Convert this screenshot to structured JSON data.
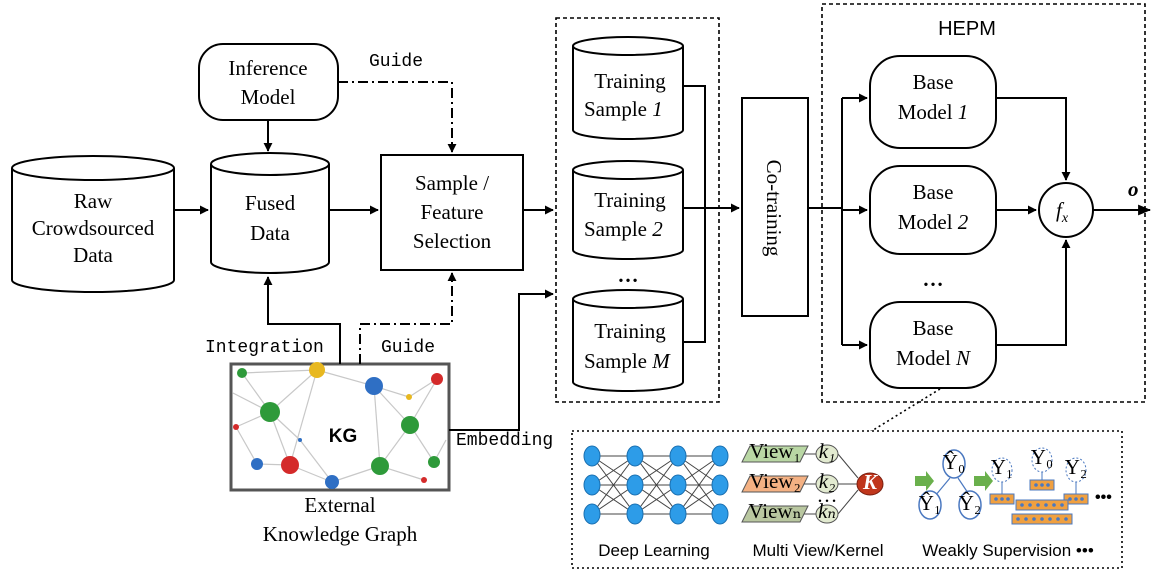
{
  "labels": {
    "raw_data": [
      "Raw",
      "Crowdsourced",
      "Data"
    ],
    "inference_model": [
      "Inference",
      "Model"
    ],
    "fused_data": [
      "Fused",
      "Data"
    ],
    "selection": [
      "Sample /",
      "Feature",
      "Selection"
    ],
    "training_samples": [
      {
        "line1": "Training",
        "line2": "Sample",
        "index": "1"
      },
      {
        "line1": "Training",
        "line2": "Sample",
        "index": "2"
      },
      {
        "line1": "Training",
        "line2": "Sample",
        "index": "M"
      }
    ],
    "ellipsis": "…",
    "cotraining": "Co-training",
    "hepm_title": "HEPM",
    "base_models": [
      {
        "line1": "Base",
        "line2": "Model",
        "index": "1"
      },
      {
        "line1": "Base",
        "line2": "Model",
        "index": "2"
      },
      {
        "line1": "Base",
        "line2": "Model",
        "index": "N"
      }
    ],
    "combiner_f": "f",
    "combiner_sub": "x",
    "output": "o",
    "guide_top": "Guide",
    "guide_bottom": "Guide",
    "integration": "Integration",
    "embedding": "Embedding",
    "kg_label": "KG",
    "kg_caption": [
      "External",
      "Knowledge Graph"
    ],
    "inset": {
      "deep_learning": "Deep Learning",
      "multi_view": "Multi View/Kernel",
      "weakly": "Weakly Supervision •••",
      "trailing_dots": "•••",
      "views": [
        "View₁",
        "View₂",
        "Viewₙ"
      ],
      "kernels": [
        "k₁",
        "k₂",
        "kₙ"
      ],
      "kernel_ellipsis": "…",
      "kappa": "K",
      "weak_nodes": [
        "Ŷ₀",
        "Ŷ₁",
        "Ŷ₂"
      ],
      "tree_nodes": [
        "Y₁",
        "Y₀",
        "Y₂"
      ]
    }
  },
  "colors": {
    "kg_green": "#2e9a3a",
    "kg_blue": "#2f6fc4",
    "kg_red": "#d42a2a",
    "kg_yellow": "#e8b820",
    "neuron": "#2d9ce8",
    "view1": "#b9d7a4",
    "view2": "#f4b183",
    "view3": "#b9c7a0",
    "kernel": "#e2ead0",
    "kappa": "#c0361c",
    "arrow_green": "#6ab04c",
    "bar_orange": "#f0a040",
    "bar_blue": "#4a78c0"
  },
  "icons": [
    "database-cylinder-icon",
    "knowledge-graph-icon",
    "neural-network-icon",
    "multi-kernel-icon",
    "weak-supervision-tree-icon"
  ]
}
